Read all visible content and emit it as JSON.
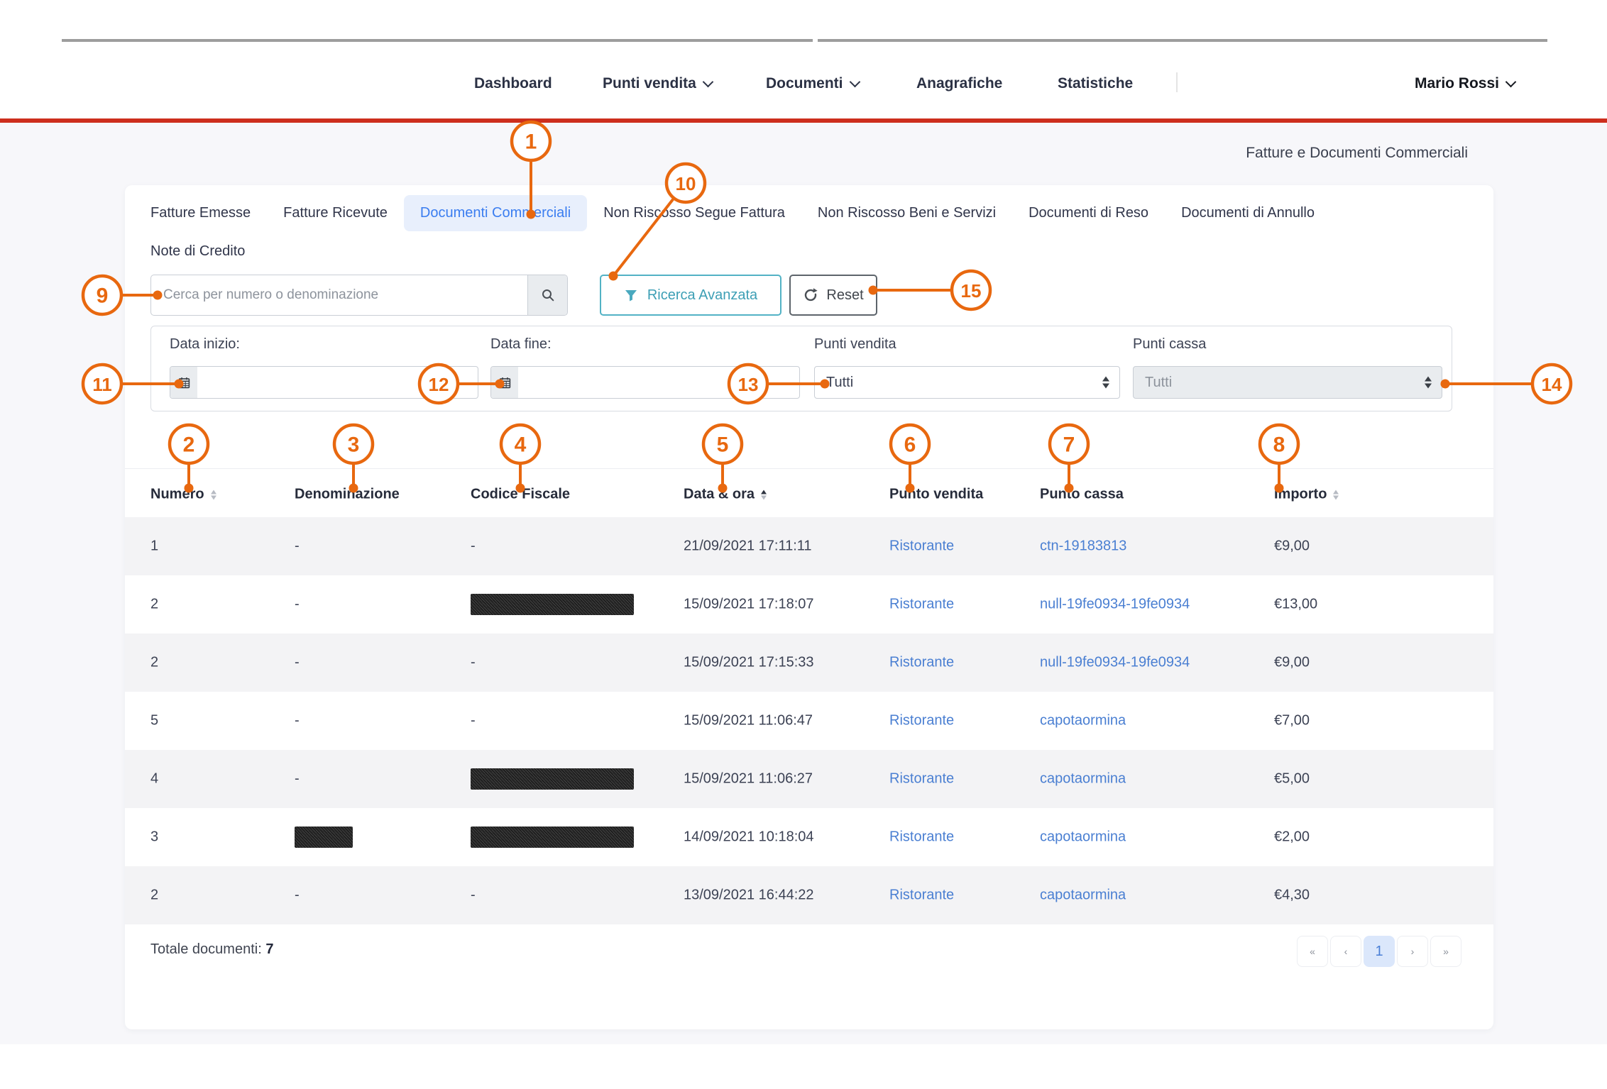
{
  "nav": {
    "items": [
      {
        "label": "Dashboard",
        "dropdown": false
      },
      {
        "label": "Punti vendita",
        "dropdown": true
      },
      {
        "label": "Documenti",
        "dropdown": true
      },
      {
        "label": "Anagrafiche",
        "dropdown": false
      },
      {
        "label": "Statistiche",
        "dropdown": false
      }
    ],
    "user": "Mario Rossi"
  },
  "page": {
    "title": "Fatture e Documenti Commerciali"
  },
  "tabs": {
    "row1": [
      "Fatture Emesse",
      "Fatture Ricevute",
      "Documenti Commerciali",
      "Non Riscosso Segue Fattura",
      "Non Riscosso Beni e Servizi",
      "Documenti di Reso",
      "Documenti di Annullo"
    ],
    "row2": [
      "Note di Credito"
    ],
    "active": "Documenti Commerciali"
  },
  "search": {
    "placeholder": "Cerca per numero o denominazione",
    "advanced_label": "Ricerca Avanzata",
    "reset_label": "Reset"
  },
  "filters": {
    "start_label": "Data inizio:",
    "end_label": "Data fine:",
    "pv_label": "Punti vendita",
    "pc_label": "Punti cassa",
    "pv_value": "Tutti",
    "pc_value": "Tutti",
    "start_value": "",
    "end_value": ""
  },
  "table": {
    "columns": [
      {
        "label": "Numero",
        "sort": "both"
      },
      {
        "label": "Denominazione",
        "sort": "none"
      },
      {
        "label": "Codice Fiscale",
        "sort": "none"
      },
      {
        "label": "Data & ora",
        "sort": "active"
      },
      {
        "label": "Punto vendita",
        "sort": "none"
      },
      {
        "label": "Punto cassa",
        "sort": "none"
      },
      {
        "label": "Importo",
        "sort": "both"
      }
    ],
    "rows": [
      {
        "numero": "1",
        "denominazione": "-",
        "codice_fiscale": "-",
        "data_ora": "21/09/2021 17:11:11",
        "punto_vendita": "Ristorante",
        "punto_cassa": "ctn-19183813",
        "importo": "€9,00",
        "redacted": []
      },
      {
        "numero": "2",
        "denominazione": "-",
        "codice_fiscale": "",
        "data_ora": "15/09/2021 17:18:07",
        "punto_vendita": "Ristorante",
        "punto_cassa": "null-19fe0934-19fe0934",
        "importo": "€13,00",
        "redacted": [
          "codice_fiscale"
        ]
      },
      {
        "numero": "2",
        "denominazione": "-",
        "codice_fiscale": "-",
        "data_ora": "15/09/2021 17:15:33",
        "punto_vendita": "Ristorante",
        "punto_cassa": "null-19fe0934-19fe0934",
        "importo": "€9,00",
        "redacted": []
      },
      {
        "numero": "5",
        "denominazione": "-",
        "codice_fiscale": "-",
        "data_ora": "15/09/2021 11:06:47",
        "punto_vendita": "Ristorante",
        "punto_cassa": "capotaormina",
        "importo": "€7,00",
        "redacted": []
      },
      {
        "numero": "4",
        "denominazione": "-",
        "codice_fiscale": "",
        "data_ora": "15/09/2021 11:06:27",
        "punto_vendita": "Ristorante",
        "punto_cassa": "capotaormina",
        "importo": "€5,00",
        "redacted": [
          "codice_fiscale"
        ]
      },
      {
        "numero": "3",
        "denominazione": "",
        "codice_fiscale": "",
        "data_ora": "14/09/2021 10:18:04",
        "punto_vendita": "Ristorante",
        "punto_cassa": "capotaormina",
        "importo": "€2,00",
        "redacted": [
          "denominazione",
          "codice_fiscale"
        ]
      },
      {
        "numero": "2",
        "denominazione": "-",
        "codice_fiscale": "-",
        "data_ora": "13/09/2021 16:44:22",
        "punto_vendita": "Ristorante",
        "punto_cassa": "capotaormina",
        "importo": "€4,30",
        "redacted": []
      }
    ]
  },
  "footer": {
    "total_label": "Totale documenti:",
    "total_value": "7",
    "pagination": {
      "items": [
        "«",
        "‹",
        "1",
        "›",
        "»"
      ],
      "active_index": 2
    }
  },
  "callouts": {
    "labels": [
      "1",
      "2",
      "3",
      "4",
      "5",
      "6",
      "7",
      "8",
      "9",
      "10",
      "11",
      "12",
      "13",
      "14",
      "15"
    ]
  },
  "colors": {
    "callout_orange": "#e8680f",
    "red_bar": "#cd2e1d",
    "link_blue": "#4a7fd2",
    "tab_active_text": "#3a7df0",
    "tab_active_bg": "#e8effc",
    "teal_button": "#52b2c5"
  }
}
